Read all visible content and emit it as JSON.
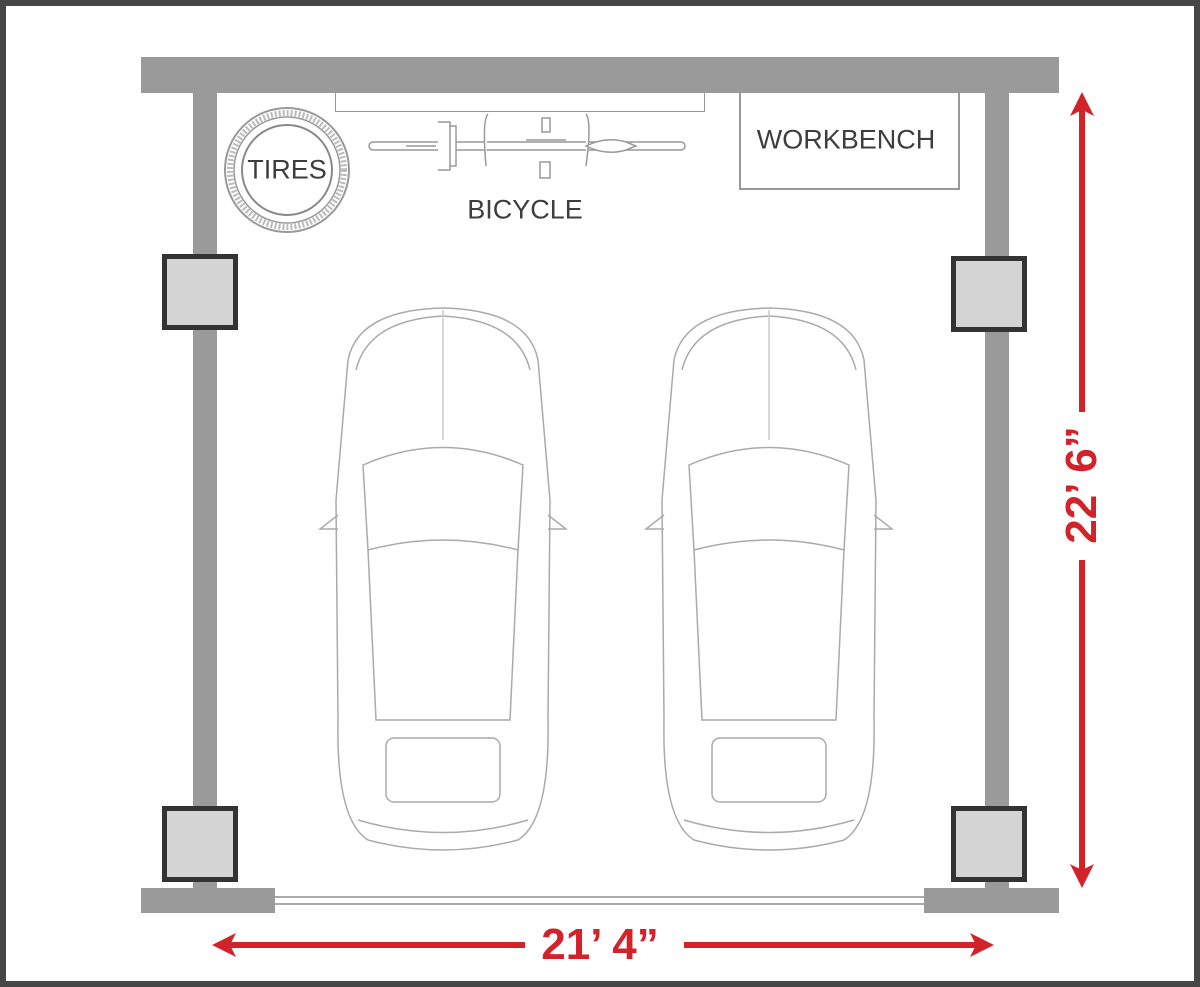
{
  "title": "Two-car garage floor plan",
  "labels": {
    "tires": "TIRES",
    "bicycle": "BICYCLE",
    "workbench": "WORKBENCH"
  },
  "dimensions": {
    "width": "21’ 4”",
    "depth": "22’ 6”"
  },
  "colors": {
    "wall": "#9a9a9b",
    "dimension": "#d2232a",
    "pier": "#d4d4d4",
    "frame": "#464646"
  }
}
